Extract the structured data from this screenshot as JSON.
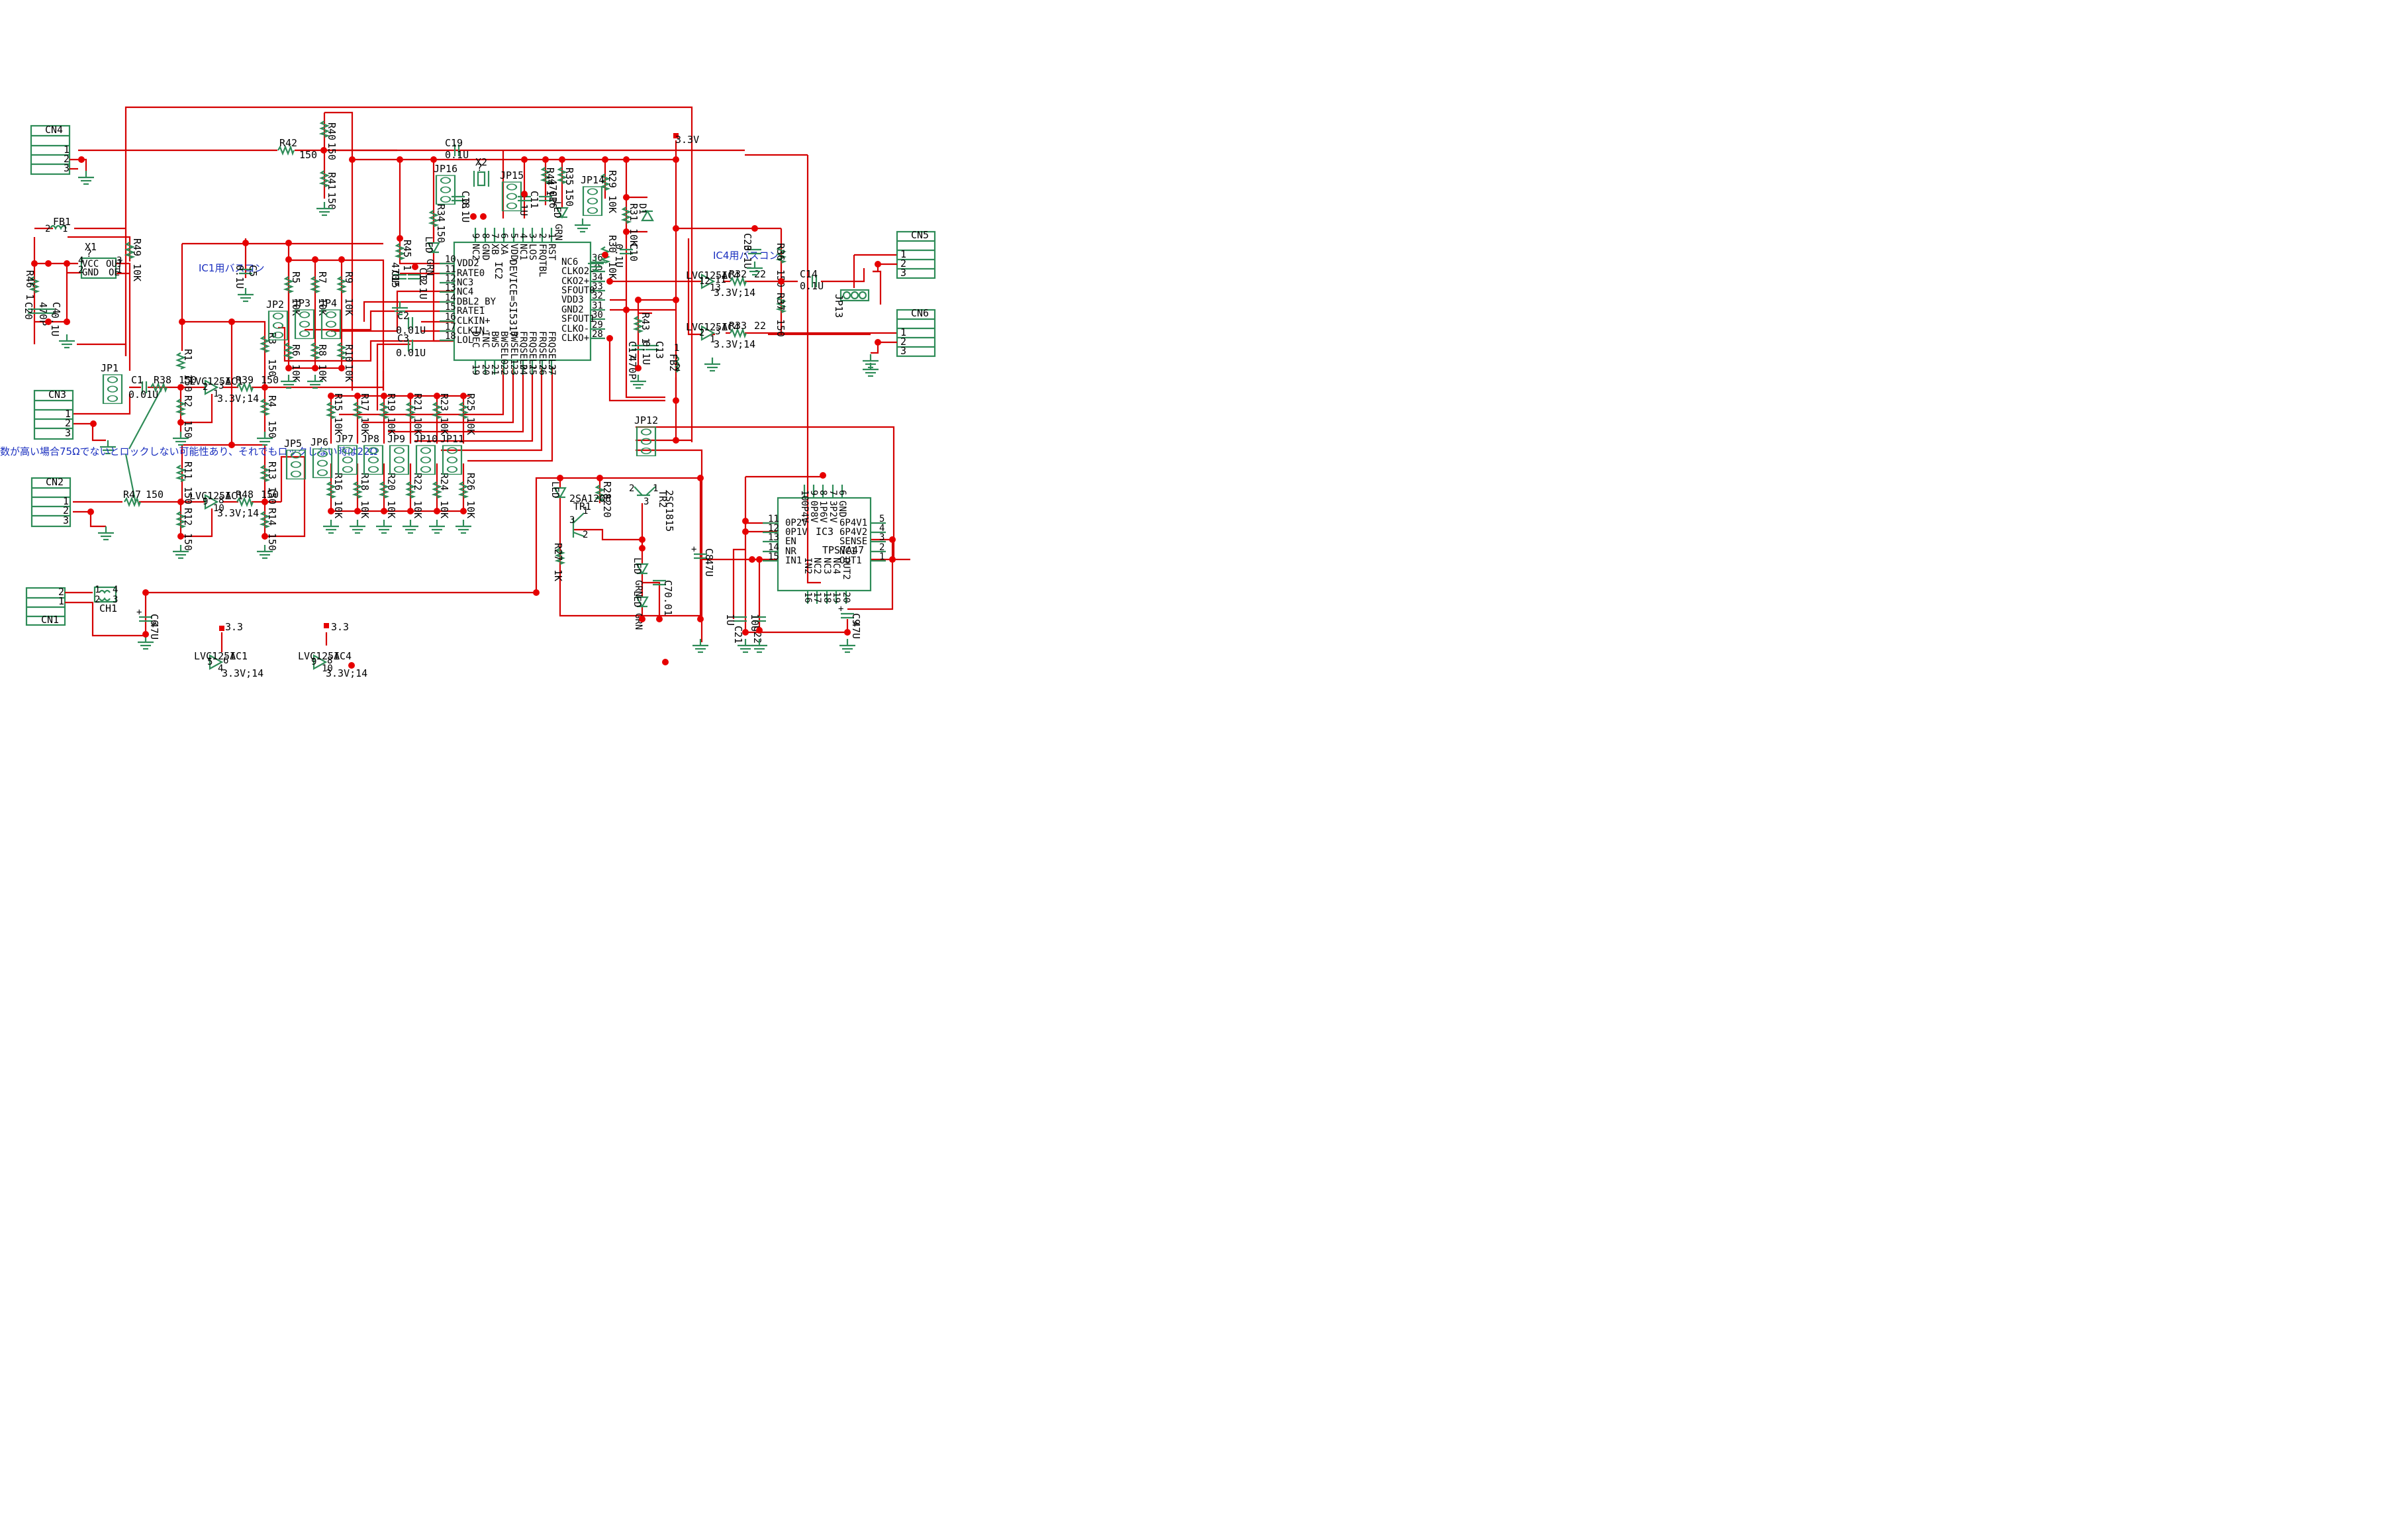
{
  "connectors": {
    "cn1": {
      "name": "CN1",
      "pins": [
        "2",
        "1"
      ]
    },
    "cn2": {
      "name": "CN2",
      "pins": [
        "1",
        "2",
        "3"
      ]
    },
    "cn3": {
      "name": "CN3",
      "pins": [
        "1",
        "2",
        "3"
      ]
    },
    "cn4": {
      "name": "CN4",
      "pins": [
        "1",
        "2",
        "3"
      ]
    },
    "cn5": {
      "name": "CN5",
      "pins": [
        "1",
        "2",
        "3"
      ]
    },
    "cn6": {
      "name": "CN6",
      "pins": [
        "1",
        "2",
        "3"
      ]
    }
  },
  "ic2": {
    "part": "DEVICE=SI5317",
    "ref": "IC2",
    "left_pins": [
      {
        "num": "10",
        "name": "VDD2"
      },
      {
        "num": "11",
        "name": "RATE0"
      },
      {
        "num": "12",
        "name": "NC3"
      },
      {
        "num": "13",
        "name": "NC4"
      },
      {
        "num": "14",
        "name": "DBL2_BY"
      },
      {
        "num": "15",
        "name": "RATE1"
      },
      {
        "num": "16",
        "name": "CLKIN+"
      },
      {
        "num": "17",
        "name": "CLKIN-"
      },
      {
        "num": "18",
        "name": "LOL"
      }
    ],
    "right_pins": [
      {
        "num": "36",
        "name": "NC6"
      },
      {
        "num": "35",
        "name": "CLKO2-"
      },
      {
        "num": "34",
        "name": "CKO2+"
      },
      {
        "num": "33",
        "name": "SFOUT0"
      },
      {
        "num": "32",
        "name": "VDD3"
      },
      {
        "num": "31",
        "name": "GND2"
      },
      {
        "num": "30",
        "name": "SFOUT1"
      },
      {
        "num": "29",
        "name": "CLKO-"
      },
      {
        "num": "28",
        "name": "CLKO+"
      }
    ],
    "top_pins": [
      {
        "num": "9",
        "name": "NC2"
      },
      {
        "num": "8",
        "name": "GND"
      },
      {
        "num": "7",
        "name": "XB"
      },
      {
        "num": "6",
        "name": "XA"
      },
      {
        "num": "5",
        "name": "VDD"
      },
      {
        "num": "4",
        "name": "NC1"
      },
      {
        "num": "3",
        "name": "LOS"
      },
      {
        "num": "2",
        "name": "FRQTBL"
      },
      {
        "num": "1",
        "name": "RST"
      }
    ],
    "bottom_pins": [
      {
        "num": "19",
        "name": "DEC"
      },
      {
        "num": "20",
        "name": "INC"
      },
      {
        "num": "21",
        "name": "BWS"
      },
      {
        "num": "22",
        "name": "BWSEL0"
      },
      {
        "num": "23",
        "name": "BWSEL1"
      },
      {
        "num": "24",
        "name": "FRQSEL0"
      },
      {
        "num": "25",
        "name": "FRQSEL1"
      },
      {
        "num": "26",
        "name": "FRQSEL2"
      },
      {
        "num": "27",
        "name": "FRQSEL3"
      }
    ]
  },
  "ic3": {
    "part": "TPS7A47",
    "ref": "IC3",
    "left_pins": [
      {
        "num": "11",
        "name": "0P2V"
      },
      {
        "num": "12",
        "name": "0P1V"
      },
      {
        "num": "13",
        "name": "EN"
      },
      {
        "num": "14",
        "name": "NR"
      },
      {
        "num": "15",
        "name": "IN1"
      }
    ],
    "right_pins": [
      {
        "num": "5",
        "name": "6P4V1"
      },
      {
        "num": "4",
        "name": "6P4V2"
      },
      {
        "num": "3",
        "name": "SENSE"
      },
      {
        "num": "2",
        "name": "NC1"
      },
      {
        "num": "1",
        "name": "OUT1"
      }
    ],
    "top_pins": [
      {
        "num": "10",
        "name": "0P4V"
      },
      {
        "num": "9",
        "name": "0P8V"
      },
      {
        "num": "8",
        "name": "1P6V"
      },
      {
        "num": "7",
        "name": "3P2V"
      },
      {
        "num": "6",
        "name": "GND"
      }
    ],
    "bottom_pins": [
      {
        "num": "16",
        "name": "IN2"
      },
      {
        "num": "17",
        "name": "NC2"
      },
      {
        "num": "18",
        "name": "NC3"
      },
      {
        "num": "19",
        "name": "NC4"
      },
      {
        "num": "20",
        "name": "OUT2"
      }
    ]
  },
  "osc_x1": {
    "ref": "X1",
    "value": "?",
    "pins": {
      "vcc": "VCC",
      "gnd": "GND",
      "out": "OUT",
      "oe": "OE"
    },
    "nums": [
      "4",
      "2",
      "3",
      "1"
    ]
  },
  "buffers": [
    {
      "part": "LVC125A",
      "ref": "IC1",
      "pins": "2 3 1",
      "supply": "3.3V;14"
    },
    {
      "part": "LVC125A",
      "ref": "IC1",
      "pins": "9 8 10",
      "supply": "3.3V;14"
    },
    {
      "part": "LVC125A",
      "ref": "IC4",
      "pins": "12 11 13",
      "supply": "3.3V;14"
    },
    {
      "part": "LVC125A",
      "ref": "IC4",
      "pins": "2 3 1",
      "supply": "3.3V;14"
    },
    {
      "part": "LVC125A",
      "ref": "IC1",
      "pins": "5 6 4",
      "supply": "3.3V;14"
    },
    {
      "part": "LVC125A",
      "ref": "IC4",
      "pins": "9 8 10",
      "supply": "3.3V;14"
    }
  ],
  "power_labels": {
    "main": "3.3V",
    "ic1_unit": "3.3",
    "ic4_unit": "3.3"
  },
  "notes": {
    "ic1_bypass": "IC1用バスコン",
    "ic4_bypass": "IC4用バスコン",
    "lock_note": "数が高い場合75Ωでないとロックしない可能性あり、それでもロックしない時は22Ω"
  },
  "parts": [
    {
      "id": "r42",
      "ref": "R42",
      "val": "150"
    },
    {
      "id": "r40",
      "ref": "R40",
      "val": "150"
    },
    {
      "id": "r41",
      "ref": "R41",
      "val": "150"
    },
    {
      "id": "c19",
      "ref": "C19",
      "val": "0.1U"
    },
    {
      "id": "x2",
      "ref": "X2",
      "val": "?"
    },
    {
      "id": "jp16",
      "ref": "JP16",
      "val": ""
    },
    {
      "id": "jp15",
      "ref": "JP15",
      "val": ""
    },
    {
      "id": "jp14",
      "ref": "JP14",
      "val": ""
    },
    {
      "id": "c18",
      "ref": "C18",
      "val": "0.1U"
    },
    {
      "id": "c11",
      "ref": "C11",
      "val": "0.1U"
    },
    {
      "id": "c16",
      "ref": "C16",
      "val": "470P"
    },
    {
      "id": "r44",
      "ref": "R44",
      "val": "1"
    },
    {
      "id": "r35",
      "ref": "R35",
      "val": "150"
    },
    {
      "id": "led_top",
      "ref": "LED",
      "val": "GRN"
    },
    {
      "id": "r34",
      "ref": "R34",
      "val": "150"
    },
    {
      "id": "led_r34",
      "ref": "LED",
      "val": "GRN"
    },
    {
      "id": "r29",
      "ref": "R29",
      "val": "10K"
    },
    {
      "id": "r31",
      "ref": "R31",
      "val": "10K"
    },
    {
      "id": "d1",
      "ref": "D1",
      "val": ""
    },
    {
      "id": "r30",
      "ref": "R30",
      "val": "10K"
    },
    {
      "id": "c10",
      "ref": "C10",
      "val": "0.1U"
    },
    {
      "id": "fb1",
      "ref": "FB1",
      "val": ""
    },
    {
      "id": "r49",
      "ref": "R49",
      "val": "10K"
    },
    {
      "id": "r46",
      "ref": "R46",
      "val": "1"
    },
    {
      "id": "c20",
      "ref": "C20",
      "val": "470P"
    },
    {
      "id": "c4",
      "ref": "C4",
      "val": "0.1U"
    },
    {
      "id": "c5",
      "ref": "C5",
      "val": "0.1U"
    },
    {
      "id": "r45",
      "ref": "R45",
      "val": "1"
    },
    {
      "id": "c15",
      "ref": "C15",
      "val": "470P"
    },
    {
      "id": "c12",
      "ref": "C12",
      "val": "0.1U"
    },
    {
      "id": "r5",
      "ref": "R5",
      "val": "10K"
    },
    {
      "id": "r7",
      "ref": "R7",
      "val": "10K"
    },
    {
      "id": "r9",
      "ref": "R9",
      "val": "10K"
    },
    {
      "id": "r6",
      "ref": "R6",
      "val": "10K"
    },
    {
      "id": "r8",
      "ref": "R8",
      "val": "10K"
    },
    {
      "id": "r10",
      "ref": "R10",
      "val": "10K"
    },
    {
      "id": "jp2",
      "ref": "JP2",
      "val": ""
    },
    {
      "id": "jp3",
      "ref": "JP3",
      "val": ""
    },
    {
      "id": "jp4",
      "ref": "JP4",
      "val": ""
    },
    {
      "id": "c2",
      "ref": "C2",
      "val": "0.01U"
    },
    {
      "id": "c3",
      "ref": "C3",
      "val": "0.01U"
    },
    {
      "id": "r3",
      "ref": "R3",
      "val": "150"
    },
    {
      "id": "r1",
      "ref": "R1",
      "val": "150"
    },
    {
      "id": "r2",
      "ref": "R2",
      "val": "150"
    },
    {
      "id": "r4",
      "ref": "R4",
      "val": "150"
    },
    {
      "id": "r38",
      "ref": "R38",
      "val": "150"
    },
    {
      "id": "r39",
      "ref": "R39",
      "val": "150"
    },
    {
      "id": "c1",
      "ref": "C1",
      "val": "0.01U"
    },
    {
      "id": "jp1",
      "ref": "JP1",
      "val": ""
    },
    {
      "id": "r11",
      "ref": "R11",
      "val": "150"
    },
    {
      "id": "r12",
      "ref": "R12",
      "val": "150"
    },
    {
      "id": "r13",
      "ref": "R13",
      "val": "150"
    },
    {
      "id": "r14",
      "ref": "R14",
      "val": "150"
    },
    {
      "id": "r47",
      "ref": "R47",
      "val": "150"
    },
    {
      "id": "r48",
      "ref": "R48",
      "val": "150"
    },
    {
      "id": "jp5",
      "ref": "JP5",
      "val": ""
    },
    {
      "id": "jp6",
      "ref": "JP6",
      "val": ""
    },
    {
      "id": "jp7",
      "ref": "JP7",
      "val": ""
    },
    {
      "id": "jp8",
      "ref": "JP8",
      "val": ""
    },
    {
      "id": "jp9",
      "ref": "JP9",
      "val": ""
    },
    {
      "id": "jp10",
      "ref": "JP10",
      "val": ""
    },
    {
      "id": "jp11",
      "ref": "JP11",
      "val": ""
    },
    {
      "id": "jp12",
      "ref": "JP12",
      "val": ""
    },
    {
      "id": "jp13",
      "ref": "JP13",
      "val": ""
    },
    {
      "id": "r15",
      "ref": "R15",
      "val": "10K"
    },
    {
      "id": "r17",
      "ref": "R17",
      "val": "10K"
    },
    {
      "id": "r19",
      "ref": "R19",
      "val": "10K"
    },
    {
      "id": "r21",
      "ref": "R21",
      "val": "10K"
    },
    {
      "id": "r23",
      "ref": "R23",
      "val": "10K"
    },
    {
      "id": "r25",
      "ref": "R25",
      "val": "10K"
    },
    {
      "id": "r16",
      "ref": "R16",
      "val": "10K"
    },
    {
      "id": "r18",
      "ref": "R18",
      "val": "10K"
    },
    {
      "id": "r20",
      "ref": "R20",
      "val": "10K"
    },
    {
      "id": "r22",
      "ref": "R22",
      "val": "10K"
    },
    {
      "id": "r24",
      "ref": "R24",
      "val": "10K"
    },
    {
      "id": "r26",
      "ref": "R26",
      "val": "10K"
    },
    {
      "id": "r43",
      "ref": "R43",
      "val": "1"
    },
    {
      "id": "c17",
      "ref": "C17",
      "val": "470P"
    },
    {
      "id": "c13",
      "ref": "C13",
      "val": "0.1U"
    },
    {
      "id": "fb2",
      "ref": "FB2",
      "val": ""
    },
    {
      "id": "c23",
      "ref": "C23",
      "val": "0.1U"
    },
    {
      "id": "r36",
      "ref": "R36",
      "val": "150"
    },
    {
      "id": "r37",
      "ref": "R37",
      "val": "150"
    },
    {
      "id": "c14",
      "ref": "C14",
      "val": "0.1U"
    },
    {
      "id": "r32",
      "ref": "R32",
      "val": "22"
    },
    {
      "id": "r33",
      "ref": "R33",
      "val": "22"
    },
    {
      "id": "led_lt",
      "ref": "LED",
      "val": ""
    },
    {
      "id": "tr1",
      "ref": "TR1",
      "val": "2SA1208"
    },
    {
      "id": "r28",
      "ref": "R28",
      "val": "220"
    },
    {
      "id": "tr2",
      "ref": "TR2",
      "val": "2SC1815"
    },
    {
      "id": "r27",
      "ref": "R27",
      "val": "1K"
    },
    {
      "id": "zd_a",
      "ref": "LED",
      "val": "GRN"
    },
    {
      "id": "zd_b",
      "ref": "LED",
      "val": "GRN"
    },
    {
      "id": "c7",
      "ref": "C7",
      "val": "0.01"
    },
    {
      "id": "c8",
      "ref": "C8",
      "val": "47U"
    },
    {
      "id": "ch1",
      "ref": "CH1",
      "val": ""
    },
    {
      "id": "c6",
      "ref": "C6",
      "val": "47U"
    },
    {
      "id": "c21",
      "ref": "C21",
      "val": "1U"
    },
    {
      "id": "c22",
      "ref": "C22",
      "val": "10U"
    },
    {
      "id": "c9",
      "ref": "C9",
      "val": "47U"
    }
  ]
}
